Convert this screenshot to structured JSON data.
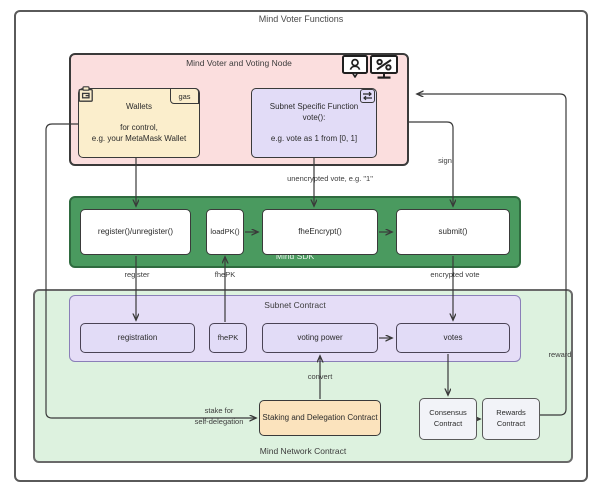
{
  "diagram": {
    "outer_title": "Mind Voter Functions",
    "voter_node_title": "Mind Voter and Voting Node",
    "sdk_title": "Mind SDK",
    "subnet_title": "Subnet Contract",
    "network_title": "Mind Network Contract"
  },
  "icons": {
    "person_badge": "person-badge-icon",
    "monitor_percent": "monitor-percent-icon",
    "lock": "lock-icon",
    "swap": "swap-arrows-icon"
  },
  "nodes": {
    "wallets": {
      "title": "Wallets",
      "subtitle_line1": "for control,",
      "subtitle_line2": "e.g. your MetaMask Wallet",
      "tag": "gas",
      "color": "#fbeecc"
    },
    "subnet_function": {
      "line1": "Subnet Specific Function",
      "line2": "vote():",
      "line3": "e.g. vote as 1 from [0, 1]",
      "color": "#e2dcf7"
    },
    "sdk": {
      "color": "#4a9a5f",
      "items": [
        {
          "label": "register()/unregister()"
        },
        {
          "label": "loadPK()"
        },
        {
          "label": "fheEncrypt()"
        },
        {
          "label": "submit()"
        }
      ]
    },
    "subnet_contract": {
      "color": "#e5ddf7",
      "items": [
        {
          "label": "registration"
        },
        {
          "label": "fhePK"
        },
        {
          "label": "voting power"
        },
        {
          "label": "votes"
        }
      ]
    },
    "staking": {
      "label": "Staking and Delegation Contract",
      "color": "#fbe3bd"
    },
    "consensus": {
      "line1": "Consensus",
      "line2": "Contract",
      "color": "#f2f3f8"
    },
    "rewards": {
      "line1": "Rewards",
      "line2": "Contract",
      "color": "#f2f3f8"
    }
  },
  "edges": {
    "unencrypted_vote": "unencrypted vote, e.g. \"1\"",
    "sign": "sign",
    "register": "register",
    "fhepk": "fhePK",
    "encrypted_vote": "encrypted vote",
    "reward": "reward",
    "convert": "convert",
    "stake_line1": "stake for",
    "stake_line2": "self-delegation"
  },
  "colors": {
    "voter_node_bg": "#fbdede",
    "sdk_bg": "#4a9a5f",
    "network_bg": "#ddf2df",
    "subnet_bg": "#e5ddf7",
    "stroke": "#3a3a3a"
  }
}
